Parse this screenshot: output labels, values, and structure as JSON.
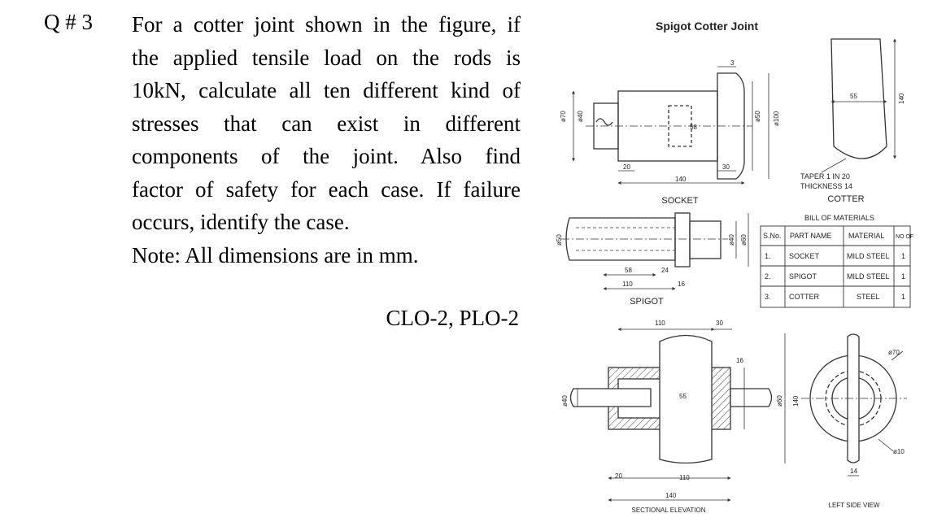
{
  "question": {
    "number": "Q # 3",
    "lines": [
      "For a cotter joint shown in the figure, if",
      "the applied tensile load on the rods is",
      "10kN, calculate all ten different kind of",
      "stresses that can exist in different",
      "components of the joint. Also find",
      "factor of safety for each case. If failure",
      "occurs, identify the case.",
      "Note: All dimensions are in mm."
    ],
    "clo": "CLO-2, PLO-2"
  },
  "drawing": {
    "title": "Spigot Cotter Joint",
    "socket": {
      "label": "SOCKET",
      "dims": {
        "d70": "ø70",
        "d40": "ø40",
        "d50": "ø50",
        "d100": "ø100",
        "len140": "140",
        "len20": "20",
        "len58": "58",
        "len30": "30",
        "len3": "3"
      }
    },
    "cotter": {
      "label": "COTTER",
      "taper": "TAPER 1 IN 20",
      "thickness": "THICKNESS 14",
      "dims": {
        "w55": "55",
        "h140": "140"
      }
    },
    "spigot": {
      "label": "SPIGOT",
      "dims": {
        "d50": "ø50",
        "d40": "ø40",
        "d60": "ø60",
        "len58": "58",
        "len24": "24",
        "len110": "110",
        "len16": "16"
      }
    },
    "bom": {
      "title": "BILL OF MATERIALS",
      "headers": [
        "S.No.",
        "PART NAME",
        "MATERIAL",
        "NO OF"
      ],
      "rows": [
        [
          "1.",
          "SOCKET",
          "MILD STEEL",
          "1"
        ],
        [
          "2.",
          "SPIGOT",
          "MILD STEEL",
          "1"
        ],
        [
          "3.",
          "COTTER",
          "STEEL",
          "1"
        ]
      ]
    },
    "section": {
      "label": "SECTIONAL ELEVATION",
      "dims": {
        "top110": "110",
        "top30": "30",
        "r16": "16",
        "w55": "55",
        "d40": "ø40",
        "d60": "ø60",
        "h140": "140",
        "b20": "20",
        "b110": "110",
        "b140": "140"
      }
    },
    "side": {
      "label": "LEFT SIDE VIEW",
      "dims": {
        "d70": "ø70",
        "d10": "ø10",
        "w14": "14"
      }
    }
  }
}
